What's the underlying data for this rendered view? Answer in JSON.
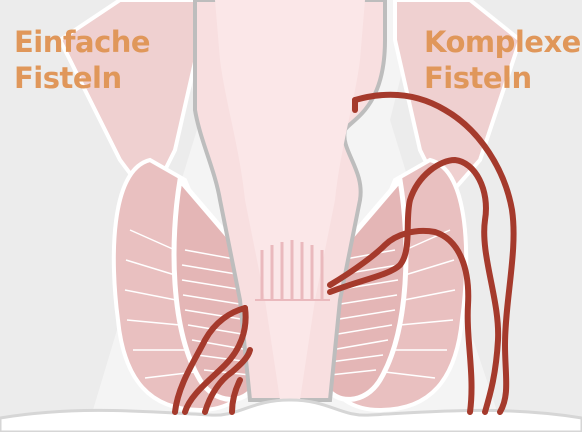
{
  "labels": {
    "simple": [
      "Einfache",
      "Fisteln"
    ],
    "complex": [
      "Komplexe",
      "Fisteln"
    ]
  },
  "colors": {
    "label": "#e0975a",
    "fistula": "#a53a2c",
    "tissue": "#eec9c9",
    "canal": "#f8dfe0",
    "muscle_outline": "#ffffff",
    "skin": "#eaeaea"
  }
}
